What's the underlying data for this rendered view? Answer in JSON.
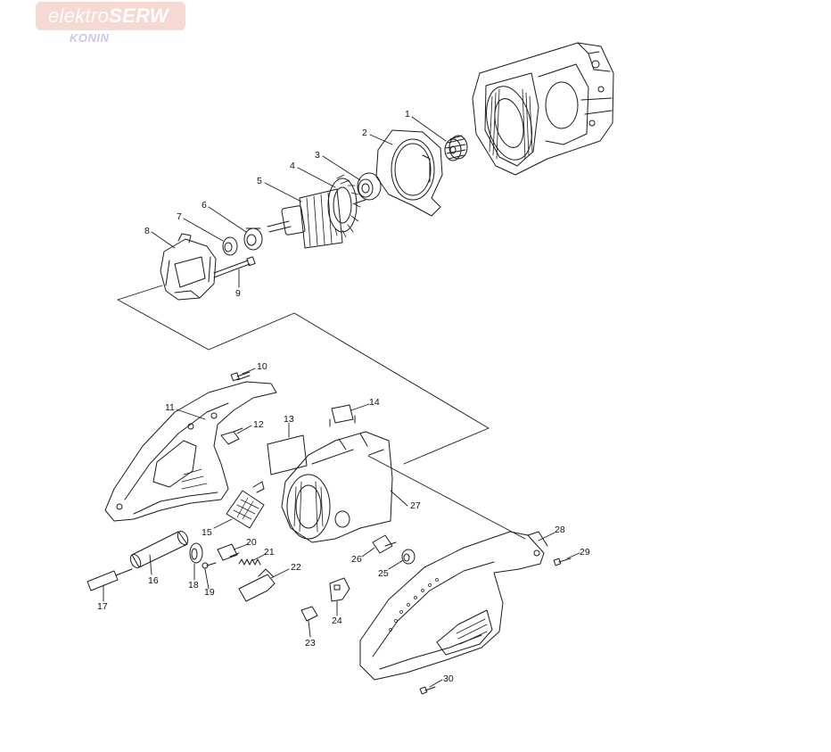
{
  "watermark": {
    "brand_light": "elektro",
    "brand_bold": "SERW",
    "city": "KONIN"
  },
  "callouts": [
    "1",
    "2",
    "3",
    "4",
    "5",
    "6",
    "7",
    "8",
    "9",
    "10",
    "11",
    "12",
    "13",
    "14",
    "15",
    "16",
    "17",
    "18",
    "19",
    "20",
    "21",
    "22",
    "23",
    "24",
    "25",
    "26",
    "27",
    "28",
    "29",
    "30"
  ],
  "colors": {
    "line": "#1a1a1a",
    "logo_bg": "#f7d9d4",
    "logo_sub": "#c9c9e8"
  }
}
